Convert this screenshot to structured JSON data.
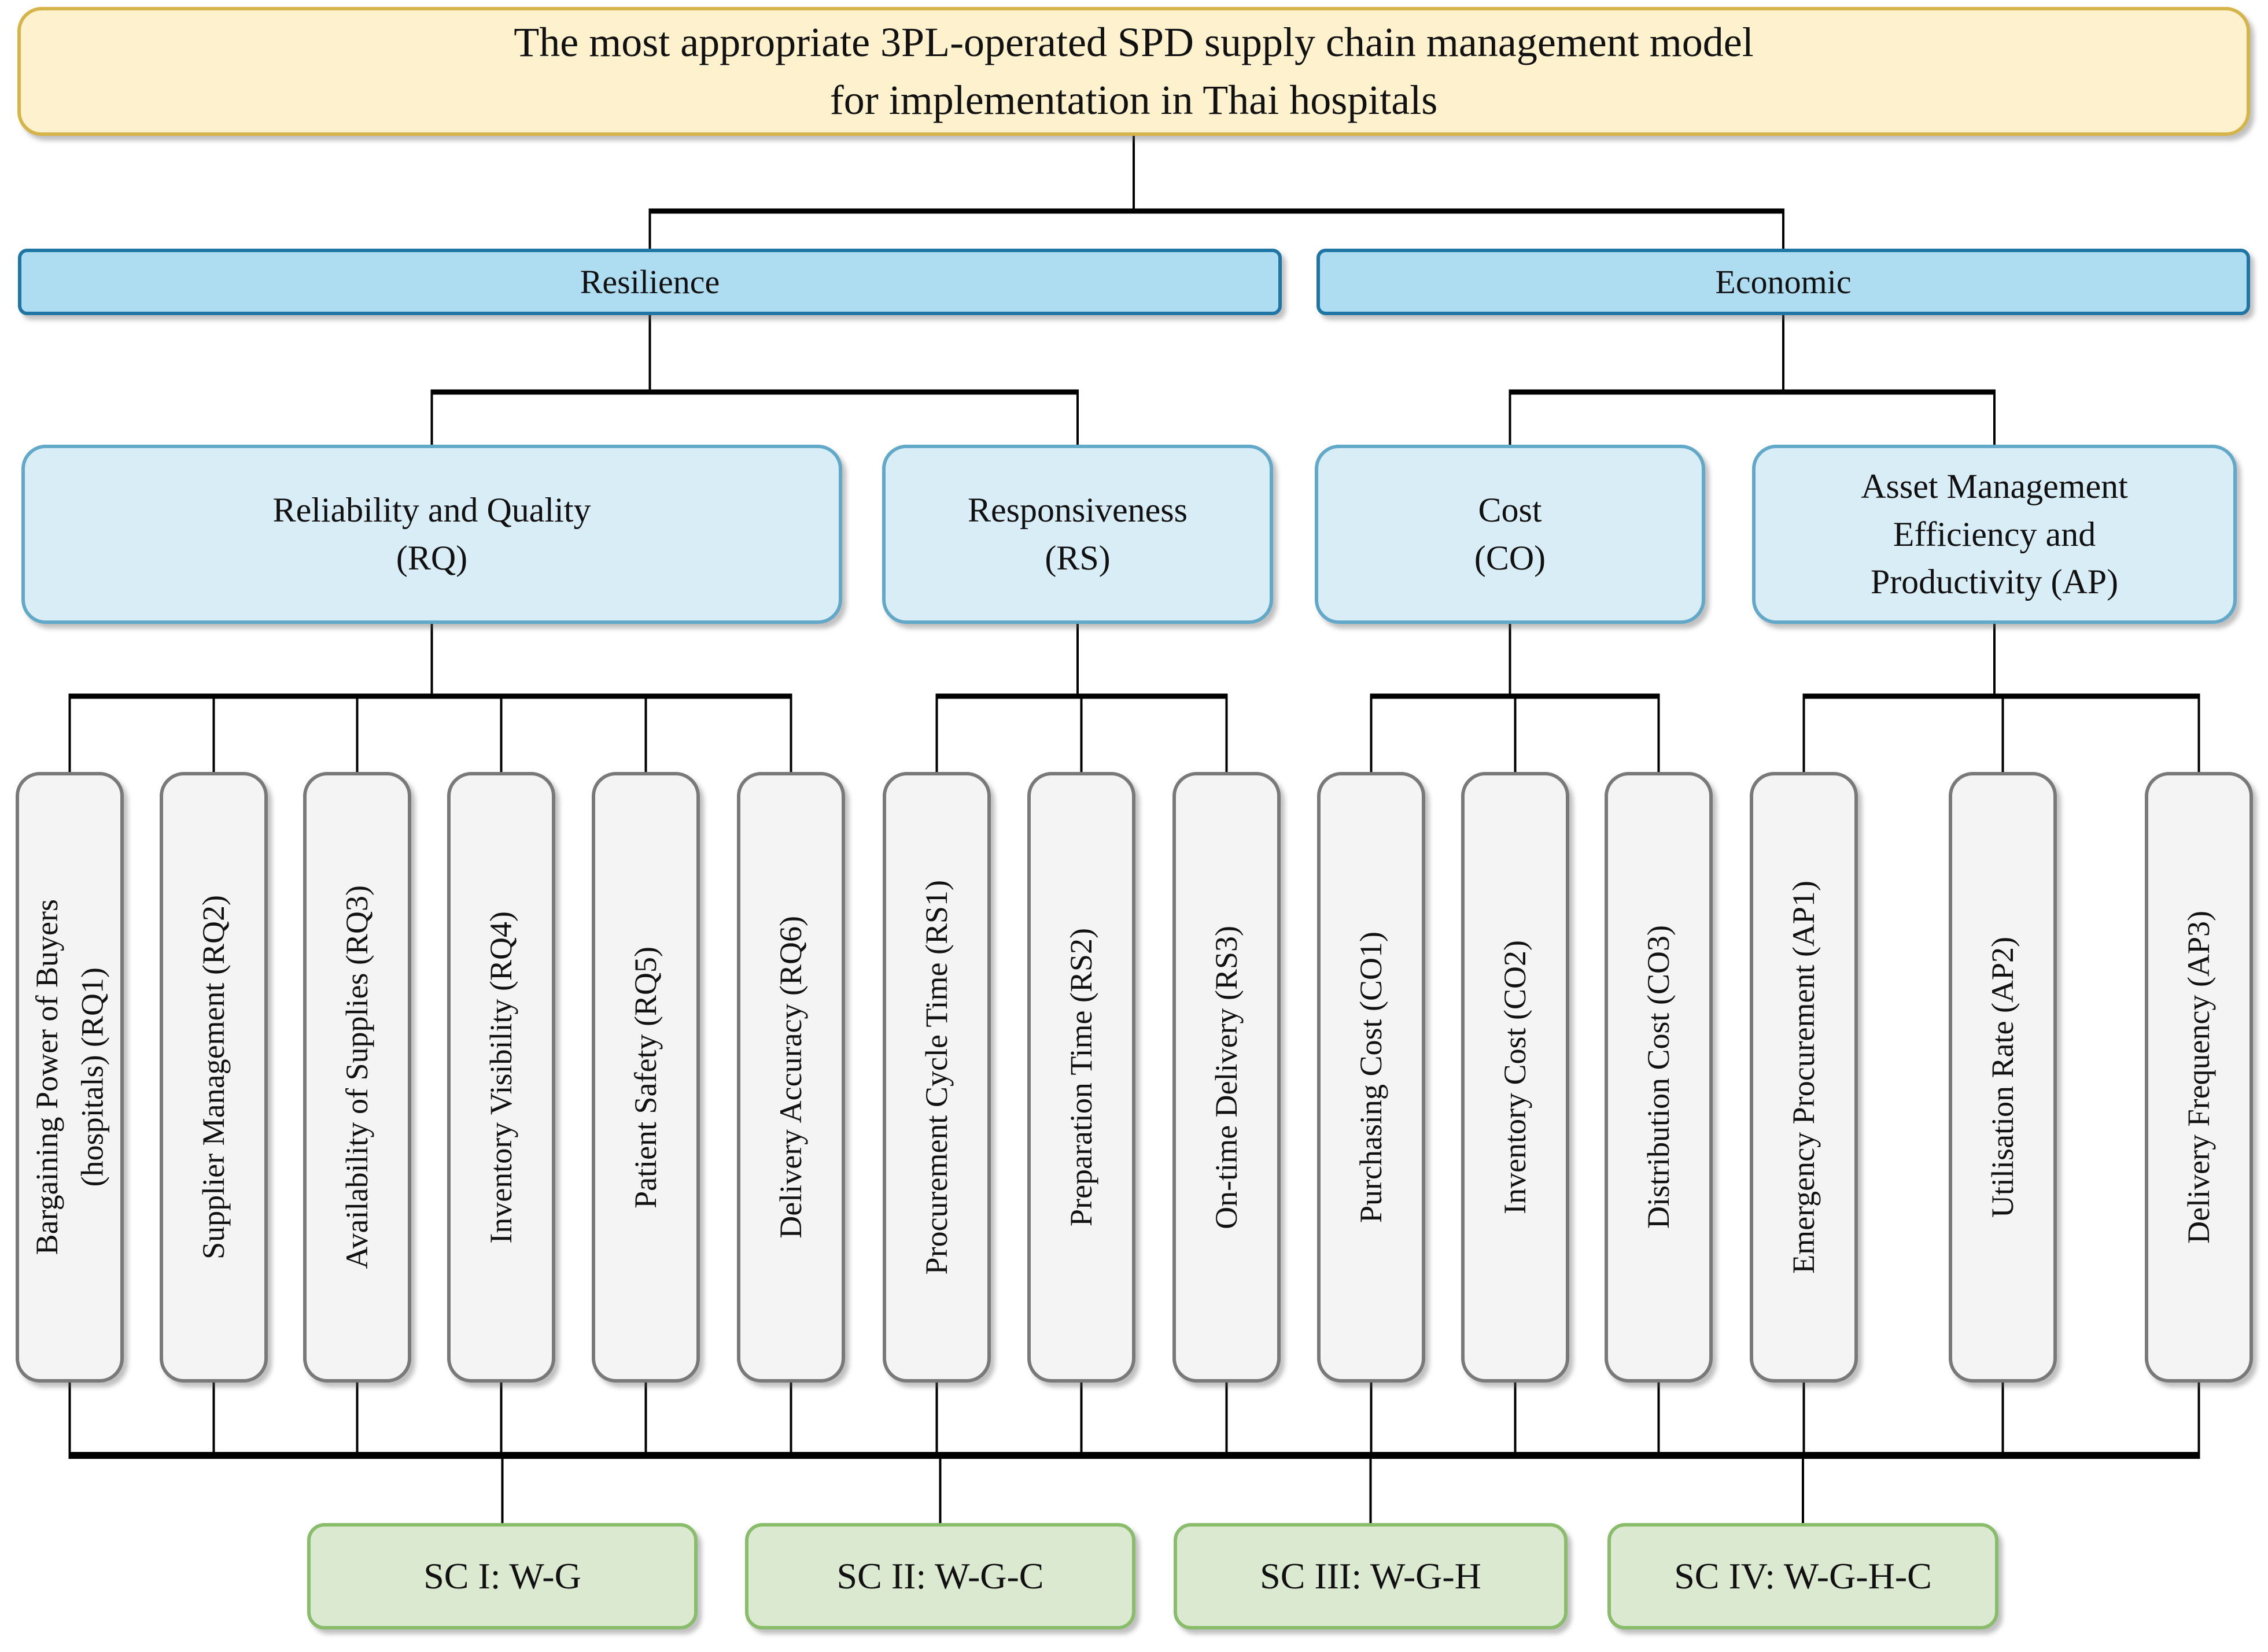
{
  "goal": {
    "label": "The most appropriate 3PL-operated SPD supply chain management model\nfor implementation in Thai hospitals"
  },
  "criteria": [
    {
      "id": "resilience",
      "label": "Resilience"
    },
    {
      "id": "economic",
      "label": "Economic"
    }
  ],
  "subcriteria": [
    {
      "id": "rq",
      "label": "Reliability and Quality\n(RQ)"
    },
    {
      "id": "rs",
      "label": "Responsiveness\n(RS)"
    },
    {
      "id": "co",
      "label": "Cost\n(CO)"
    },
    {
      "id": "ap",
      "label": "Asset Management\nEfficiency and\nProductivity (AP)"
    }
  ],
  "indicators": [
    {
      "id": "rq1",
      "label": "Bargaining Power of Buyers\n(hospitals) (RQ1)"
    },
    {
      "id": "rq2",
      "label": "Supplier Management (RQ2)"
    },
    {
      "id": "rq3",
      "label": "Availability of Supplies (RQ3)"
    },
    {
      "id": "rq4",
      "label": "Inventory Visibility (RQ4)"
    },
    {
      "id": "rq5",
      "label": "Patient Safety (RQ5)"
    },
    {
      "id": "rq6",
      "label": "Delivery Accuracy (RQ6)"
    },
    {
      "id": "rs1",
      "label": "Procurement Cycle Time (RS1)"
    },
    {
      "id": "rs2",
      "label": "Preparation Time (RS2)"
    },
    {
      "id": "rs3",
      "label": "On-time Delivery (RS3)"
    },
    {
      "id": "co1",
      "label": "Purchasing Cost (CO1)"
    },
    {
      "id": "co2",
      "label": "Inventory Cost (CO2)"
    },
    {
      "id": "co3",
      "label": "Distribution Cost (CO3)"
    },
    {
      "id": "ap1",
      "label": "Emergency Procurement (AP1)"
    },
    {
      "id": "ap2",
      "label": "Utilisation Rate (AP2)"
    },
    {
      "id": "ap3",
      "label": "Delivery Frequency (AP3)"
    }
  ],
  "alternatives": [
    {
      "id": "sc1",
      "label": "SC I: W-G"
    },
    {
      "id": "sc2",
      "label": "SC II: W-G-C"
    },
    {
      "id": "sc3",
      "label": "SC III: W-G-H"
    },
    {
      "id": "sc4",
      "label": "SC IV: W-G-H-C"
    }
  ],
  "colors": {
    "goal_fill": "#FDF1CE",
    "goal_border": "#D5B54A",
    "criterion_fill": "#AEDCF0",
    "criterion_border": "#1F76A4",
    "subcriterion_fill": "#D9EDF7",
    "subcriterion_border": "#62A8C9",
    "indicator_fill": "#F4F4F4",
    "indicator_border": "#797979",
    "alternative_fill": "#DBE9D1",
    "alternative_border": "#89BD6B",
    "connector": "#000000"
  }
}
